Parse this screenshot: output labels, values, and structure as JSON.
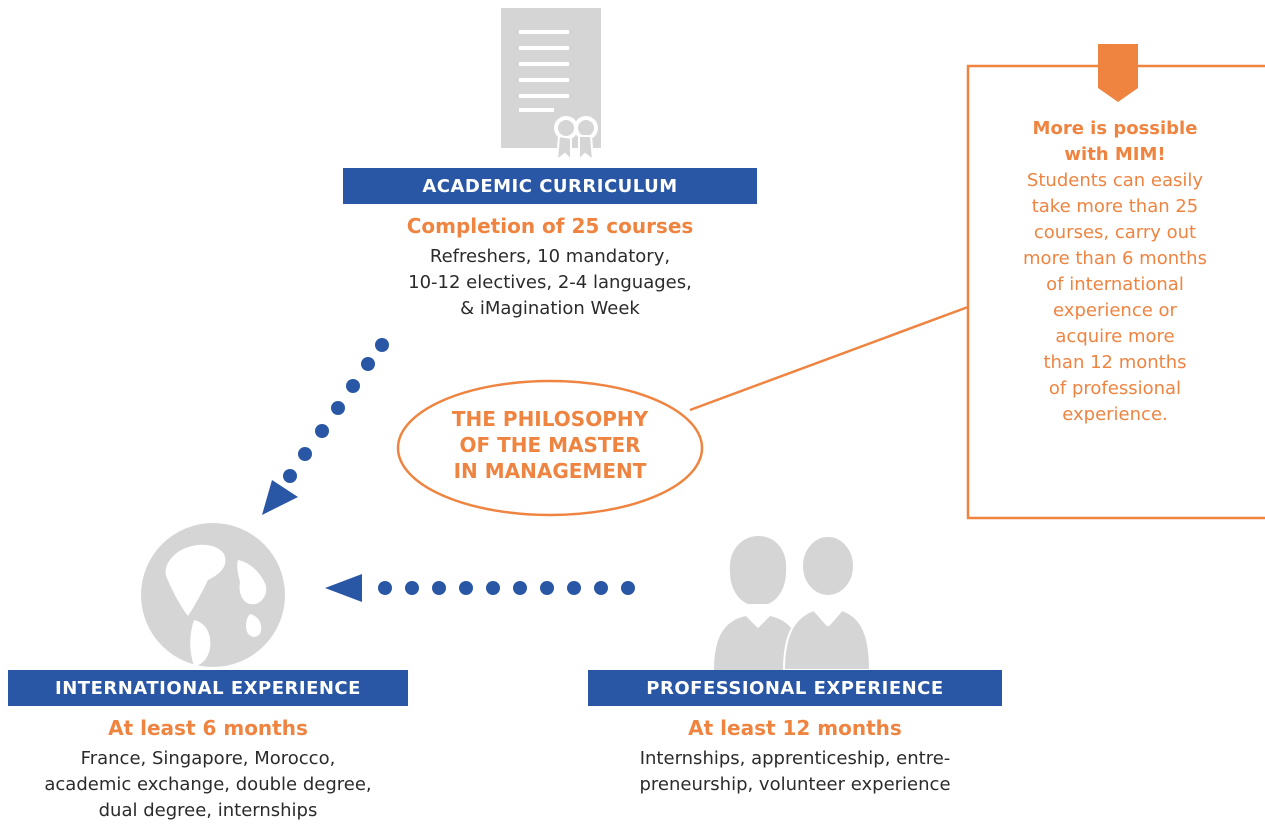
{
  "academic": {
    "icon": "certificate-icon",
    "banner": "ACADEMIC CURRICULUM",
    "title": "Completion of 25 courses",
    "lines": [
      "Refreshers, 10 mandatory,",
      "10-12 electives, 2-4 languages,",
      "& iMagination Week"
    ]
  },
  "international": {
    "icon": "globe-icon",
    "banner": "INTERNATIONAL EXPERIENCE",
    "title": "At least 6 months",
    "lines": [
      "France, Singapore, Morocco,",
      "academic exchange, double degree,",
      "dual degree, internships"
    ]
  },
  "professional": {
    "icon": "people-icon",
    "banner": "PROFESSIONAL EXPERIENCE",
    "title": "At least 12 months",
    "lines": [
      "Internships, apprenticeship, entre-",
      "preneurship, volunteer experience"
    ]
  },
  "center": {
    "lines": [
      "THE PHILOSOPHY",
      "OF THE MASTER",
      "IN MANAGEMENT"
    ]
  },
  "callout": {
    "heading": [
      "More is possible",
      "with MIM!"
    ],
    "lines": [
      "Students can easily",
      "take more than 25",
      "courses, carry out",
      "more than 6 months",
      "of international",
      "experience or",
      "acquire more",
      "than 12 months",
      "of professional",
      "experience."
    ]
  },
  "colors": {
    "blue": "#2a57a5",
    "orange": "#ef8441",
    "gray": "#d5d5d5"
  }
}
